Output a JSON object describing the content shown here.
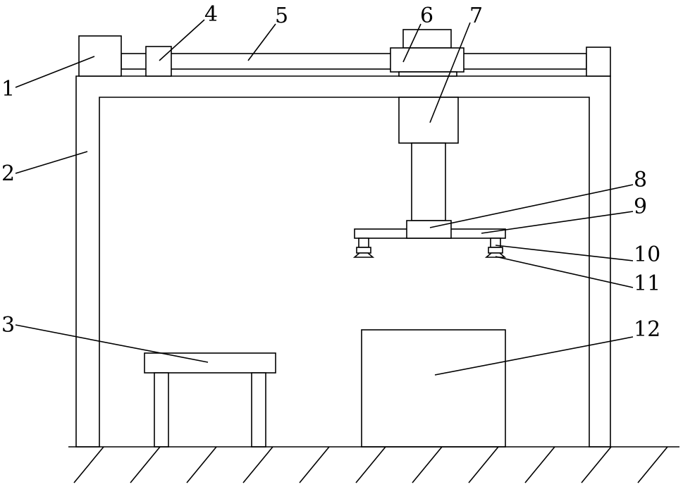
{
  "figure": {
    "labels": {
      "l1": "1",
      "l2": "2",
      "l3": "3",
      "l4": "4",
      "l5": "5",
      "l6": "6",
      "l7": "7",
      "l8": "8",
      "l9": "9",
      "l10": "10",
      "l11": "11",
      "l12": "12"
    }
  }
}
